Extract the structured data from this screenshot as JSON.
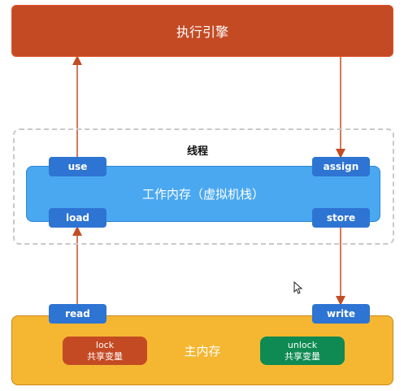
{
  "engine": {
    "label": "执行引擎"
  },
  "thread": {
    "label": "线程"
  },
  "work_memory": {
    "label": "工作内存（虚拟机栈）"
  },
  "main_memory": {
    "label": "主内存"
  },
  "ops": {
    "use": "use",
    "assign": "assign",
    "load": "load",
    "store": "store",
    "read": "read",
    "write": "write"
  },
  "lock": {
    "line1": "lock",
    "line2": "共享变量"
  },
  "unlock": {
    "line1": "unlock",
    "line2": "共享变量"
  },
  "colors": {
    "engine": "#c44a24",
    "work_memory": "#4aa8f0",
    "main_memory": "#f5b731",
    "op_button": "#2e74d3",
    "lock": "#c44a24",
    "unlock": "#0e8a52",
    "arrow": "#c24d24"
  }
}
